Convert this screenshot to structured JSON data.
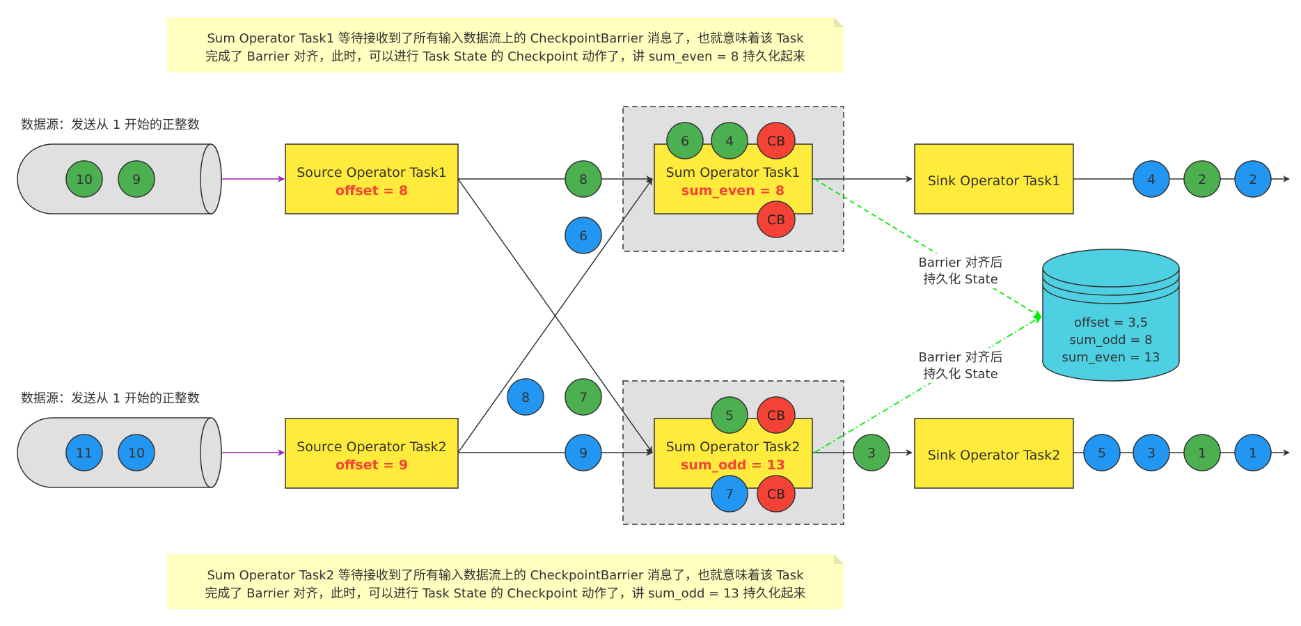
{
  "notes": {
    "top": {
      "line1": "Sum Operator Task1 等待接收到了所有输入数据流上的 CheckpointBarrier 消息了，也就意味着该 Task",
      "line2": "完成了 Barrier 对齐，此时，可以进行 Task State 的 Checkpoint 动作了，讲 sum_even = 8 持久化起来"
    },
    "bottom": {
      "line1": "Sum Operator Task2 等待接收到了所有输入数据流上的 CheckpointBarrier 消息了，也就意味着该 Task",
      "line2": "完成了 Barrier 对齐，此时，可以进行 Task State 的 Checkpoint 动作了，讲 sum_odd = 13 持久化起来"
    }
  },
  "sources": [
    {
      "label": "数据源：发送从 1 开始的正整数",
      "items": [
        "10",
        "9"
      ],
      "item_colors": [
        "green",
        "green"
      ]
    },
    {
      "label": "数据源：发送从 1 开始的正整数",
      "items": [
        "11",
        "10"
      ],
      "item_colors": [
        "blue",
        "blue"
      ]
    }
  ],
  "operators": {
    "source1": {
      "name": "Source Operator Task1",
      "state": "offset = 8"
    },
    "source2": {
      "name": "Source Operator Task2",
      "state": "offset = 9"
    },
    "sum1": {
      "name": "Sum Operator Task1",
      "state": "sum_even = 8"
    },
    "sum2": {
      "name": "Sum Operator Task2",
      "state": "sum_odd = 13"
    },
    "sink1": {
      "name": "Sink Operator Task1"
    },
    "sink2": {
      "name": "Sink Operator Task2"
    }
  },
  "tokens": {
    "mid1_green": "8",
    "mid1_blue": "6",
    "mid2_blue_upper": "8",
    "mid2_green_upper": "7",
    "mid2_blue": "9",
    "sum1_buf_a": "6",
    "sum1_buf_b": "4",
    "sum1_cb_top": "CB",
    "sum1_cb_bottom": "CB",
    "sum2_buf_a": "5",
    "sum2_cb_top": "CB",
    "sum2_buf_b": "7",
    "sum2_cb_bottom": "CB",
    "after_sum2": "3",
    "sink1_out": [
      "4",
      "2",
      "2"
    ],
    "sink1_out_colors": [
      "blue",
      "green",
      "blue"
    ],
    "sink2_out": [
      "5",
      "3",
      "1",
      "1"
    ],
    "sink2_out_colors": [
      "blue",
      "blue",
      "green",
      "blue"
    ]
  },
  "barrier_labels": {
    "upper": {
      "line1": "Barrier 对齐后",
      "line2": "持久化 State"
    },
    "lower": {
      "line1": "Barrier 对齐后",
      "line2": "持久化 State"
    }
  },
  "state_store": {
    "line1": "offset = 3,5",
    "line2": "sum_odd = 8",
    "line3": "sum_even = 13"
  },
  "colors": {
    "green": "#4caf50",
    "blue": "#2196f3",
    "red": "#f44336",
    "operator_fill": "#ffeb3b",
    "note_fill": "#ffffc0",
    "state_red": "#f44336",
    "db_fill": "#4dd0e1",
    "group_fill": "#e0e0e0",
    "barrier_line": "#00ee00",
    "source_arrow": "#9c27b0"
  }
}
